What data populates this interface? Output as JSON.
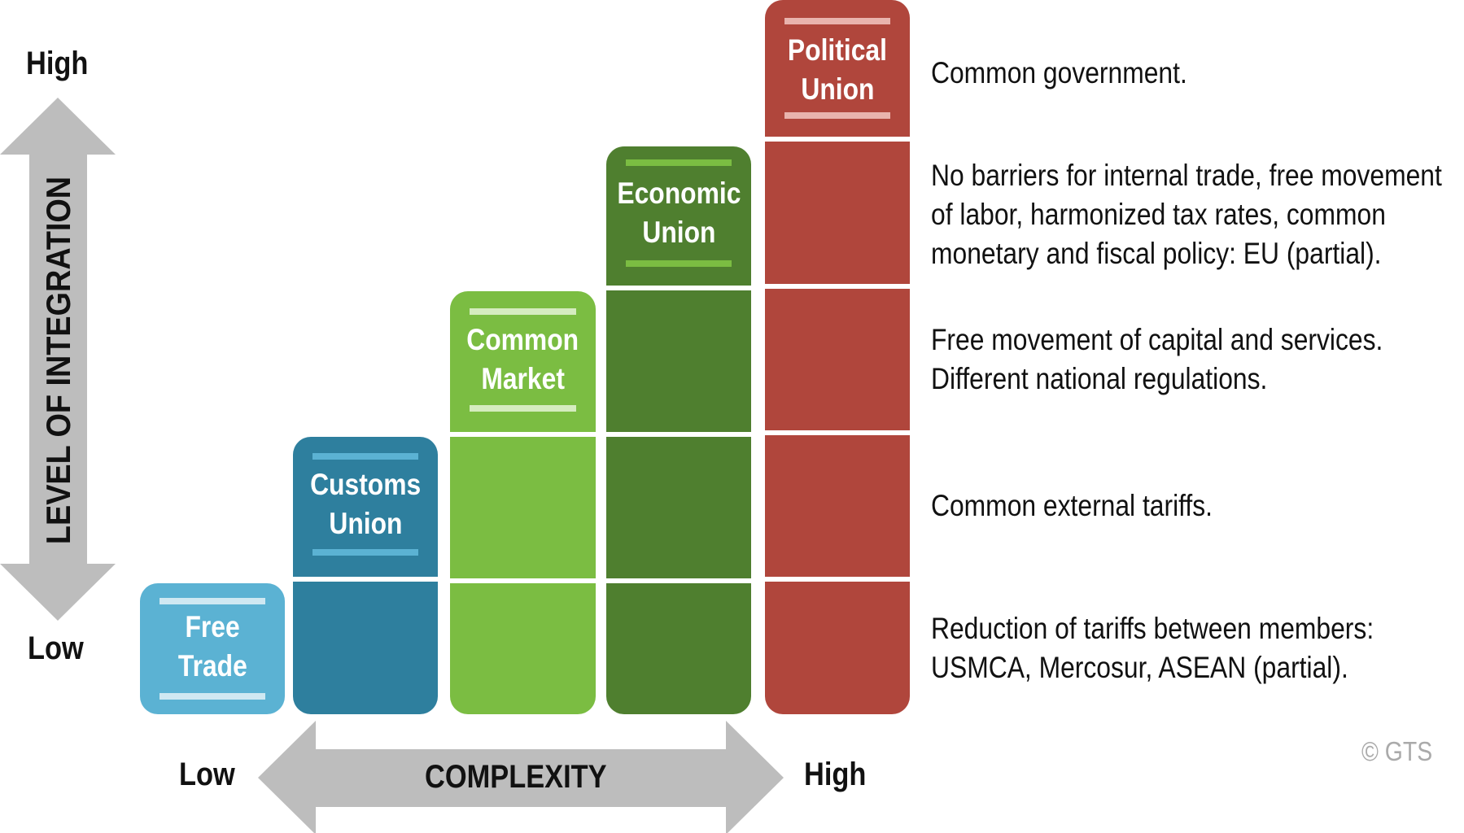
{
  "y_axis": {
    "title": "LEVEL OF INTEGRATION",
    "high": "High",
    "low": "Low"
  },
  "x_axis": {
    "title": "COMPLEXITY",
    "high": "High",
    "low": "Low"
  },
  "stages": [
    {
      "name_line1": "Free",
      "name_line2": "Trade",
      "color": "#5bb2d3",
      "bar_color": "#cfe8f2"
    },
    {
      "name_line1": "Customs",
      "name_line2": "Union",
      "color": "#2e7f9e",
      "bar_color": "#5bb2d3"
    },
    {
      "name_line1": "Common",
      "name_line2": "Market",
      "color": "#7bbd42",
      "bar_color": "#d5ecbf"
    },
    {
      "name_line1": "Economic",
      "name_line2": "Union",
      "color": "#4f7f2f",
      "bar_color": "#7bbd42"
    },
    {
      "name_line1": "Political",
      "name_line2": "Union",
      "color": "#b0463c",
      "bar_color": "#e9b3ad"
    }
  ],
  "descriptions": [
    {
      "lines": [
        "Common government."
      ]
    },
    {
      "lines": [
        "No barriers for internal trade, free movement",
        "of labor, harmonized tax rates, common",
        "monetary and fiscal policy: EU (partial)."
      ]
    },
    {
      "lines": [
        "Free movement of capital and services.",
        "Different national regulations."
      ]
    },
    {
      "lines": [
        "Common external tariffs."
      ]
    },
    {
      "lines": [
        "Reduction of tariffs between members:",
        "USMCA, Mercosur, ASEAN (partial)."
      ]
    }
  ],
  "copyright": "© GTS"
}
